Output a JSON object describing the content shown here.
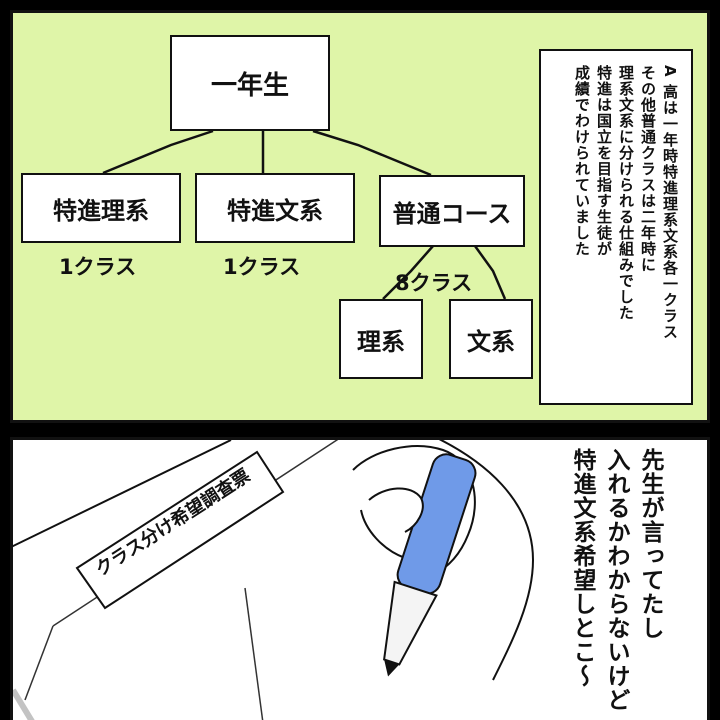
{
  "chart": {
    "root": "一年生",
    "branch_science_special": "特進理系",
    "branch_humanities_special": "特進文系",
    "branch_regular": "普通コース",
    "count_science_special": "1クラス",
    "count_humanities_special": "1クラス",
    "count_regular": "8クラス",
    "regular_science": "理系",
    "regular_humanities": "文系"
  },
  "note": {
    "lines": [
      "A 高は一年時特進理系文系各一クラス",
      "その他普通クラスは二年時に",
      "理系文系に分けられる仕組みでした",
      "特進は国立を目指す生徒が",
      "成績でわけられていました"
    ]
  },
  "form": {
    "title": "クラス分け希望調査票"
  },
  "speech": {
    "lines": [
      "先生が言ってたし",
      "入れるかわからないけど",
      "特進文系希望しとこ〜"
    ]
  },
  "colors": {
    "top_panel_bg": "#dff5a8",
    "pen_blue": "#6f9ae8"
  }
}
